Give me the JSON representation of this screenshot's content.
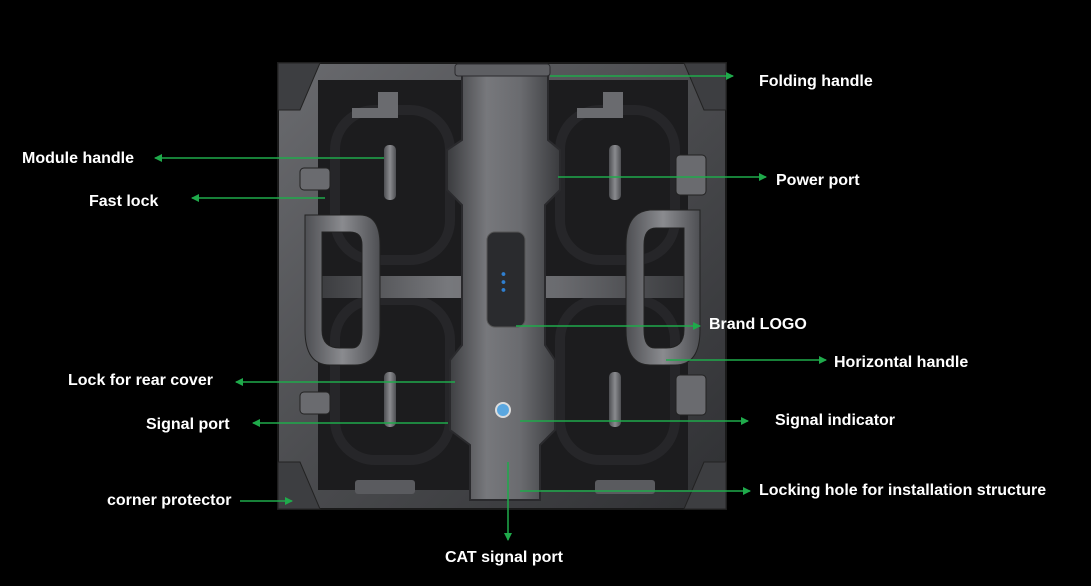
{
  "colors": {
    "background": "#000000",
    "arrow": "#1faa4b",
    "label_text": "#ffffff",
    "cabinet_frame": "#4a4b4e",
    "cabinet_panel": "#1c1c1e"
  },
  "callouts": {
    "folding_handle": "Folding handle",
    "module_handle": "Module handle",
    "power_port": "Power port",
    "fast_lock": "Fast lock",
    "brand_logo": "Brand LOGO",
    "horizontal_handle": "Horizontal handle",
    "lock_rear_cover": "Lock for rear cover",
    "signal_port": "Signal port",
    "signal_indicator": "Signal indicator",
    "corner_protector": "corner protector",
    "locking_hole": "Locking hole for installation structure",
    "cat_signal_port": "CAT signal port"
  }
}
